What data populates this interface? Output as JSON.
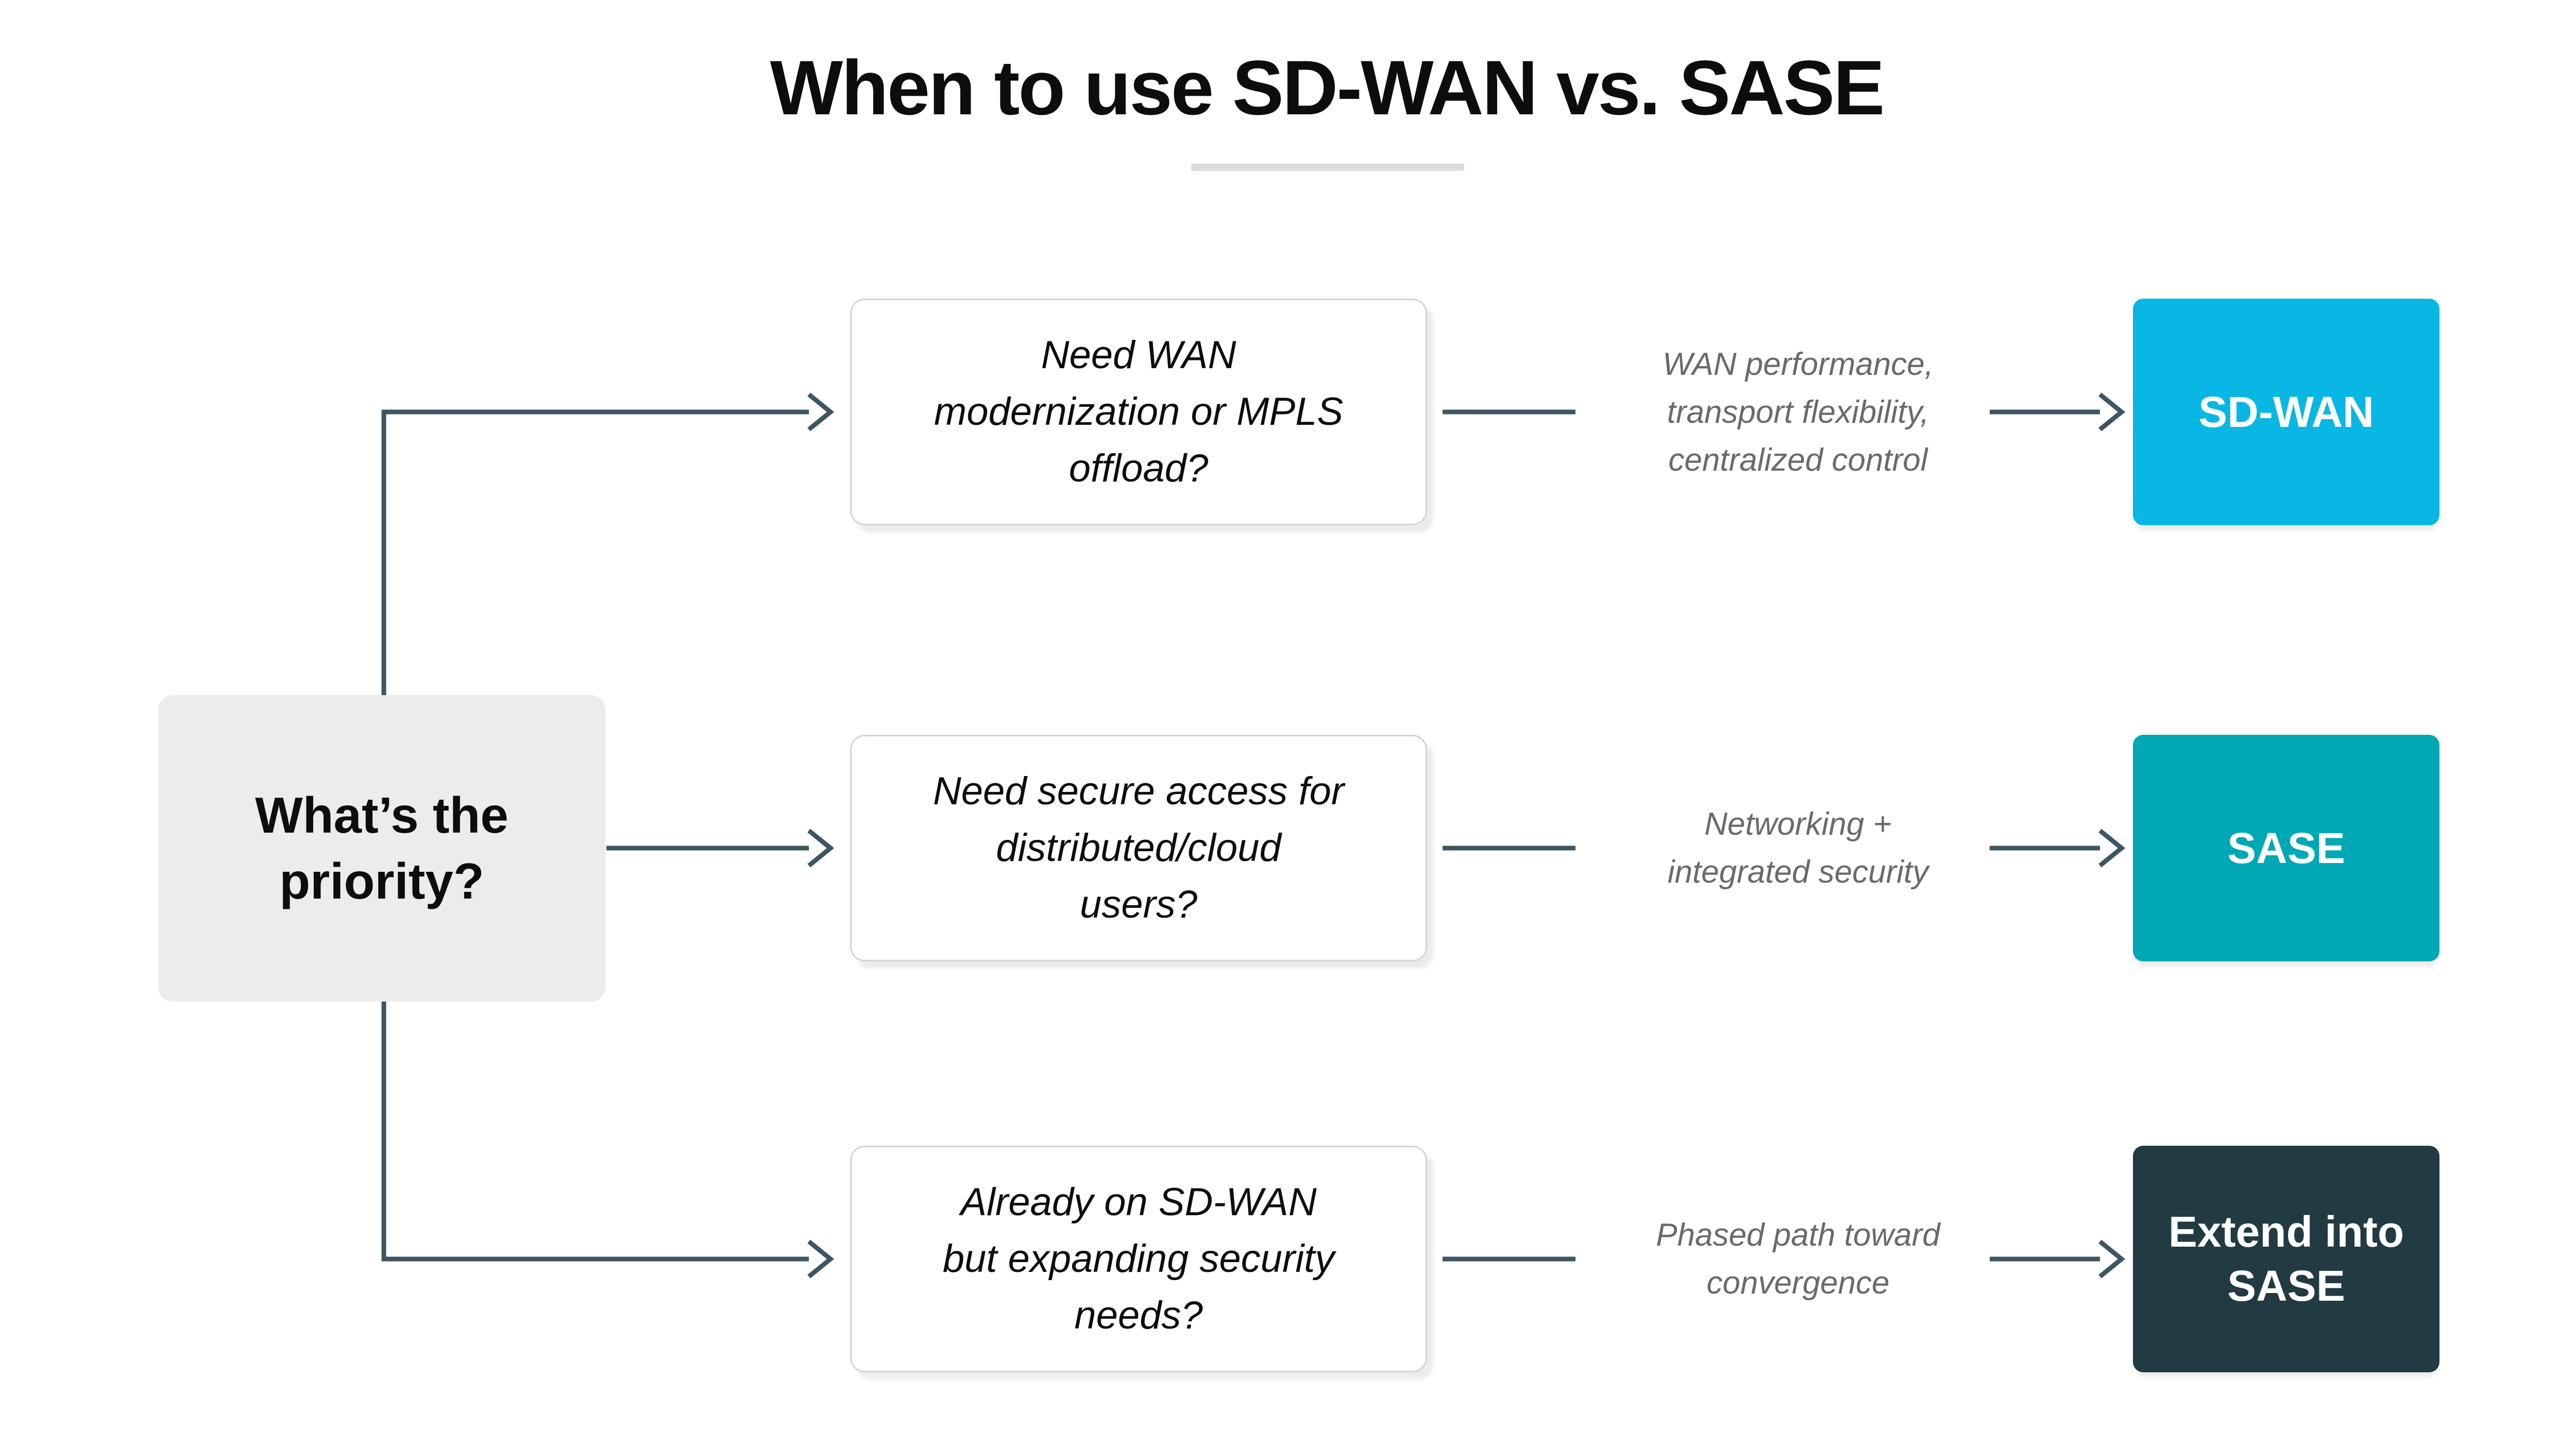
{
  "title": "When to use SD-WAN vs. SASE",
  "root": {
    "label_lines": [
      "What’s the",
      "priority?"
    ]
  },
  "rows": [
    {
      "question_lines": [
        "Need WAN",
        "modernization or MPLS",
        "offload?"
      ],
      "benefit_lines": [
        "WAN performance,",
        "transport flexibility,",
        "centralized control"
      ],
      "result_lines": [
        "SD-WAN"
      ],
      "result_color": "#08b7e3"
    },
    {
      "question_lines": [
        "Need secure access for",
        "distributed/cloud",
        "users?"
      ],
      "benefit_lines": [
        "Networking +",
        "integrated security"
      ],
      "result_lines": [
        "SASE"
      ],
      "result_color": "#00a7b5"
    },
    {
      "question_lines": [
        "Already on SD-WAN",
        "but expanding security",
        "needs?"
      ],
      "benefit_lines": [
        "Phased path toward",
        "convergence"
      ],
      "result_lines": [
        "Extend into",
        "SASE"
      ],
      "result_color": "#223a42"
    }
  ],
  "theme": {
    "connector": "#3e5663",
    "divider": "#dcdcdc",
    "question-border": "#d4d4d4",
    "root-bg": "#ececec",
    "text-dark": "#0d0d0d",
    "text-muted": "#6a6a6a",
    "canvas-bg": "#ffffff"
  }
}
